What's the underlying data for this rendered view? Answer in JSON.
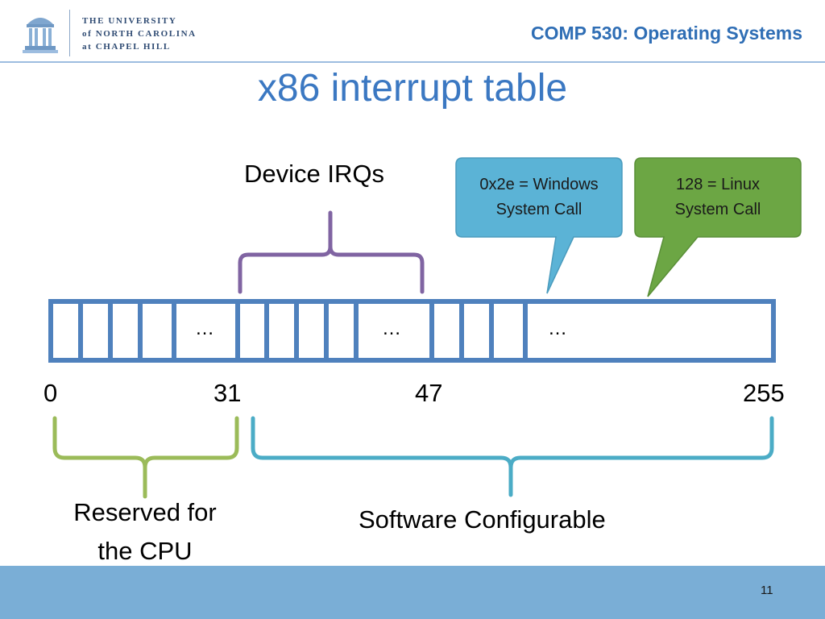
{
  "header": {
    "university_lines": [
      "THE UNIVERSITY",
      "of NORTH CAROLINA",
      "at CHAPEL HILL"
    ],
    "course": "COMP 530: Operating Systems"
  },
  "slide": {
    "title": "x86 interrupt table",
    "page_number": "11"
  },
  "diagram": {
    "device_irqs_label": "Device IRQs",
    "ellipsis": [
      "…",
      "…",
      "…"
    ],
    "ticks": [
      "0",
      "31",
      "47",
      "255"
    ],
    "reserved_label_lines": [
      "Reserved for",
      "the CPU"
    ],
    "software_label": "Software Configurable",
    "callouts": [
      {
        "lines": [
          "0x2e = Windows",
          "System Call"
        ],
        "color": "#5bb3d6"
      },
      {
        "lines": [
          "128 = Linux",
          "System Call"
        ],
        "color": "#6ca644"
      }
    ],
    "colors": {
      "table": "#4f81bd",
      "device_brace": "#8064a2",
      "reserved_brace": "#9bbb59",
      "software_brace": "#4bacc6"
    }
  }
}
